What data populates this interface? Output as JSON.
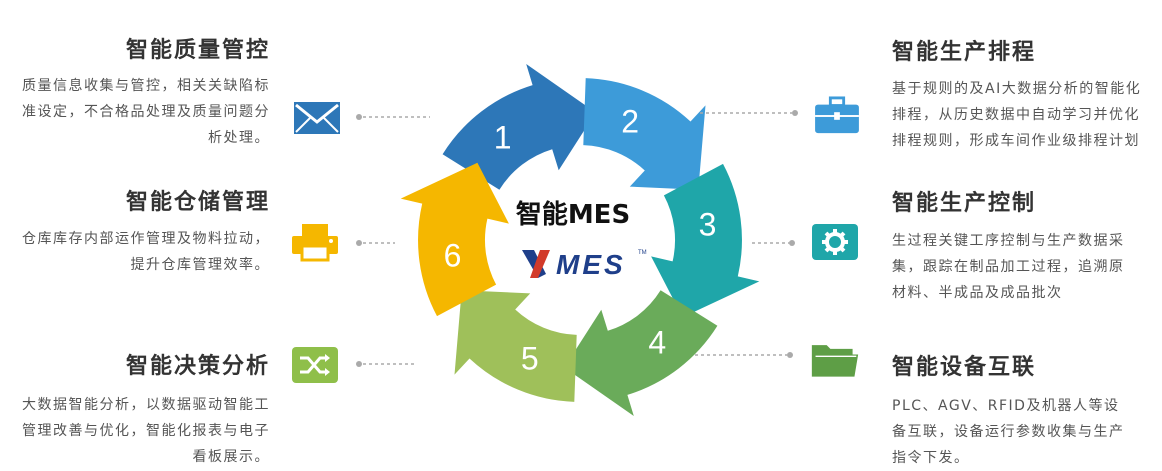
{
  "center": {
    "title": "智能MES",
    "logo_text": "MES",
    "logo_tm": "TM"
  },
  "segments": [
    {
      "number": "1",
      "color": "#2d77b8"
    },
    {
      "number": "2",
      "color": "#3d9bd9"
    },
    {
      "number": "3",
      "color": "#1fa6a9"
    },
    {
      "number": "4",
      "color": "#6aab5a"
    },
    {
      "number": "5",
      "color": "#9fc05a"
    },
    {
      "number": "6",
      "color": "#f5b700"
    }
  ],
  "features": {
    "quality": {
      "title": "智能质量管控",
      "lines": [
        "质量信息收集与管控，相关关缺陷标",
        "准设定，不合格品处理及质量问题分",
        "析处理。"
      ],
      "icon": "envelope-icon",
      "icon_color": "#2d77b8"
    },
    "warehouse": {
      "title": "智能仓储管理",
      "lines": [
        "仓库库存内部运作管理及物料拉动，",
        "提升仓库管理效率。"
      ],
      "icon": "printer-icon",
      "icon_color": "#f5b700"
    },
    "decision": {
      "title": "智能决策分析",
      "lines": [
        "大数据智能分析，以数据驱动智能工",
        "管理改善与优化，智能化报表与电子",
        "看板展示。"
      ],
      "icon": "shuffle-icon",
      "icon_color": "#8fbf4a"
    },
    "scheduling": {
      "title": "智能生产排程",
      "lines": [
        "基于规则的及AI大数据分析的智能化",
        "排程，从历史数据中自动学习并优化",
        "排程规则，形成车间作业级排程计划"
      ],
      "icon": "briefcase-icon",
      "icon_color": "#3d9bd9"
    },
    "control": {
      "title": "智能生产控制",
      "lines": [
        "生过程关键工序控制与生产数据采",
        "集，跟踪在制品加工过程，追溯原",
        "材料、半成品及成品批次"
      ],
      "icon": "gear-icon",
      "icon_color": "#1fa6a9"
    },
    "equipment": {
      "title": "智能设备互联",
      "lines": [
        "PLC、AGV、RFID及机器人等设",
        "备互联，设备运行参数收集与生产",
        "指令下发。"
      ],
      "icon": "folder-icon",
      "icon_color": "#5e9e46"
    }
  }
}
